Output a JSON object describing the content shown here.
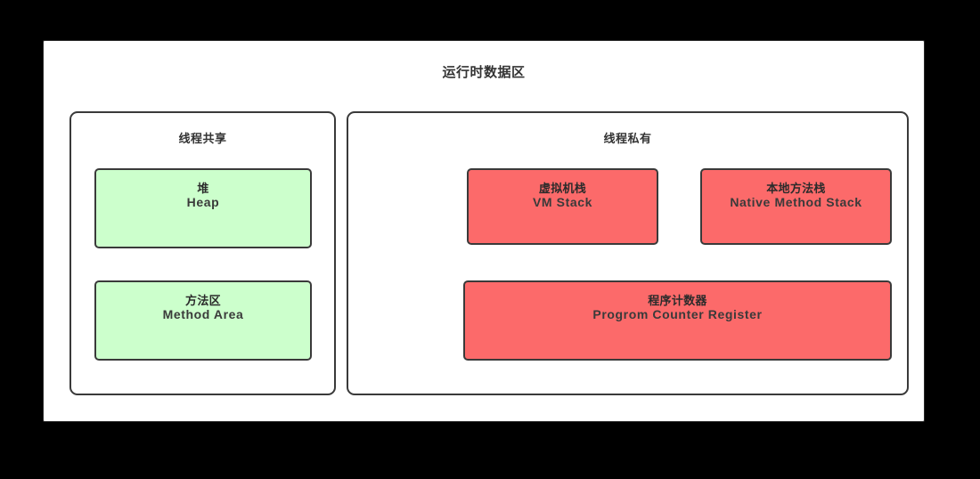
{
  "diagram": {
    "title": "运行时数据区",
    "background_color": "#000000",
    "panel_color": "#ffffff",
    "shared": {
      "title": "线程共享",
      "regions": [
        {
          "name_cn": "堆",
          "name_en": "Heap",
          "color": "#ccffcc"
        },
        {
          "name_cn": "方法区",
          "name_en": "Method Area",
          "color": "#ccffcc"
        }
      ]
    },
    "private": {
      "title": "线程私有",
      "regions": [
        {
          "name_cn": "虚拟机栈",
          "name_en": "VM Stack",
          "color": "#fc6a6a"
        },
        {
          "name_cn": "本地方法栈",
          "name_en": "Native Method Stack",
          "color": "#fc6a6a"
        },
        {
          "name_cn": "程序计数器",
          "name_en": "Progrom Counter Register",
          "color": "#fc6a6a"
        }
      ]
    }
  }
}
